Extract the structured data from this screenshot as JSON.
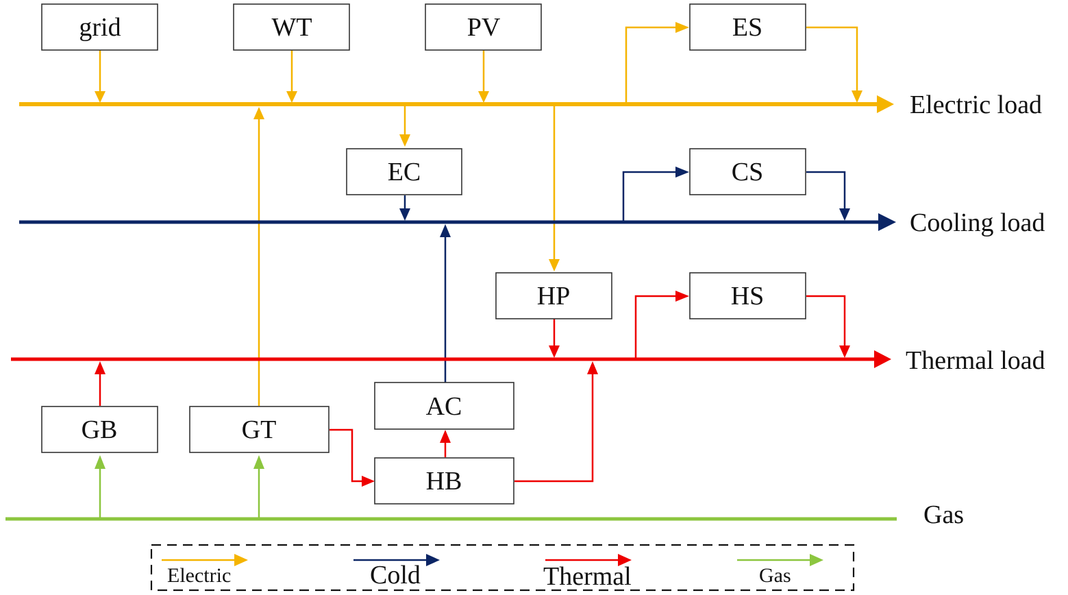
{
  "colors": {
    "electric": "#f5b400",
    "cold": "#0b2565",
    "thermal": "#ee0000",
    "gas": "#8cc63f"
  },
  "boxes": {
    "grid": "grid",
    "wt": "WT",
    "pv": "PV",
    "es": "ES",
    "ec": "EC",
    "cs": "CS",
    "hp": "HP",
    "hs": "HS",
    "ac": "AC",
    "gb": "GB",
    "gt": "GT",
    "hb": "HB"
  },
  "buses": {
    "electric": "Electric load",
    "cooling": "Cooling load",
    "thermal": "Thermal load",
    "gas": "Gas"
  },
  "legend": {
    "electric": "Electric",
    "cold": "Cold",
    "thermal": "Thermal",
    "gas": "Gas"
  }
}
